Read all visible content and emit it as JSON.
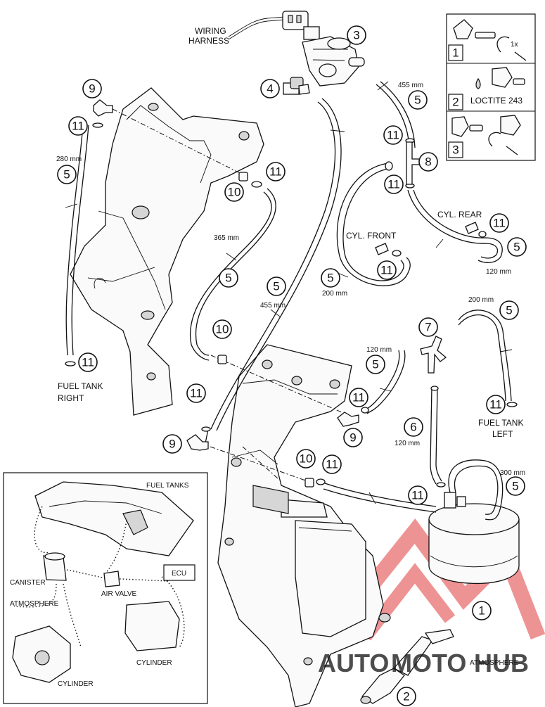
{
  "labels": {
    "wiring_harness_1": "WIRING",
    "wiring_harness_2": "HARNESS",
    "cyl_front": "CYL. FRONT",
    "cyl_rear": "CYL. REAR",
    "fuel_tank_right_1": "FUEL TANK",
    "fuel_tank_right_2": "RIGHT",
    "fuel_tank_left_1": "FUEL TANK",
    "fuel_tank_left_2": "LEFT",
    "atmosphere": "ATMOSPHERE",
    "loctite": "LOCTITE 243",
    "one_x": "1x"
  },
  "lengths": {
    "l455_top": "455 mm",
    "l280": "280 mm",
    "l365": "365 mm",
    "l455_mid": "455 mm",
    "l200_front": "200 mm",
    "l120_rear": "120 mm",
    "l200_left": "200 mm",
    "l120_mid": "120 mm",
    "l120_vert": "120 mm",
    "l300": "300 mm"
  },
  "callouts": {
    "c3": "3",
    "c4": "4",
    "c9_tl": "9",
    "c11_tl": "11",
    "c5_tl": "5",
    "c5_455": "5",
    "c11_a": "11",
    "c8": "8",
    "c11_b": "11",
    "c11_c": "11",
    "c10_a": "10",
    "c11_d": "11",
    "c11_rear": "11",
    "c5_rear": "5",
    "c11_front": "11",
    "c5_front": "5",
    "c5_365": "5",
    "c5_mid455": "5",
    "c5_200l": "5",
    "c7": "7",
    "c10_b": "10",
    "c5_120": "5",
    "c11_right": "11",
    "c11_e": "11",
    "c11_f": "11",
    "c9_mid": "9",
    "c6": "6",
    "c11_left": "11",
    "c9_bl": "9",
    "c10_c": "10",
    "c11_g": "11",
    "c5_300": "5",
    "c11_h": "11",
    "c1": "1",
    "c2": "2"
  },
  "steps": {
    "s1": "1",
    "s2": "2",
    "s3": "3"
  },
  "inset": {
    "fuel_tanks": "FUEL TANKS",
    "ecu": "ECU",
    "canister": "CANISTER",
    "atmosphere": "ATMOSPHERE",
    "air_valve": "AIR VALVE",
    "cylinder_right": "CYLINDER",
    "cylinder_left": "CYLINDER"
  },
  "watermark": {
    "auto": "AUTO",
    "moto": "MOTO",
    "hub": "HUB",
    "color_red": "#e03a3a",
    "color_orange": "#f2a51a",
    "color_gray": "#444444"
  }
}
